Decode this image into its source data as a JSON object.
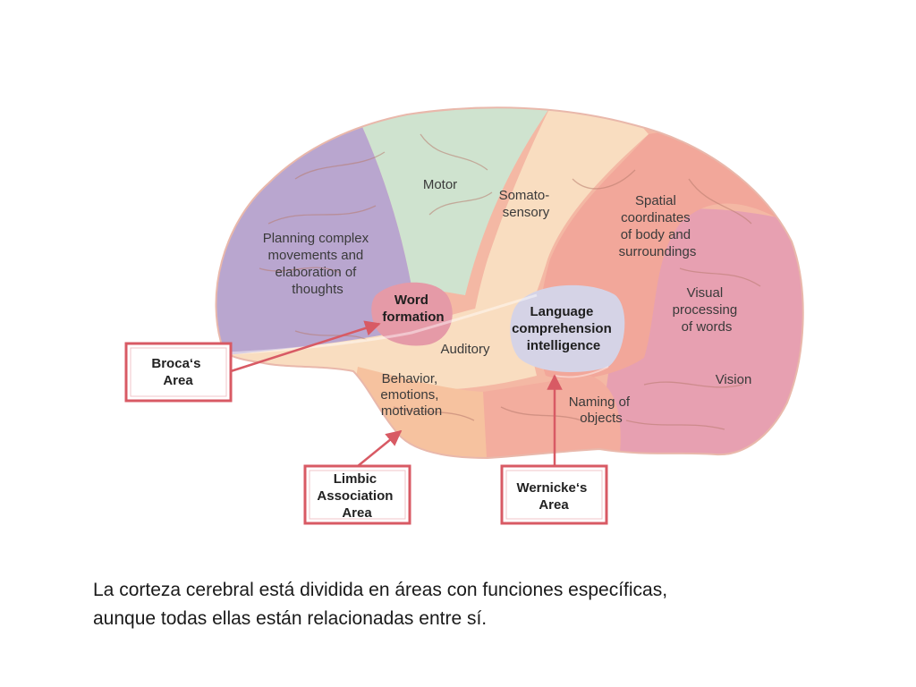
{
  "regions": {
    "motor": "Motor",
    "somatosensory": [
      "Somato-",
      "sensory"
    ],
    "planning": [
      "Planning complex",
      "movements and",
      "elaboration of",
      "thoughts"
    ],
    "word_formation": [
      "Word",
      "formation"
    ],
    "auditory": "Auditory",
    "language": [
      "Language",
      "comprehension",
      "intelligence"
    ],
    "spatial": [
      "Spatial",
      "coordinates",
      "of body and",
      "surroundings"
    ],
    "visual_words": [
      "Visual",
      "processing",
      "of words"
    ],
    "vision": "Vision",
    "behavior": [
      "Behavior,",
      "emotions,",
      "motivation"
    ],
    "naming": [
      "Naming of",
      "objects"
    ]
  },
  "callouts": {
    "broca": [
      "Broca‘s",
      "Area"
    ],
    "limbic": [
      "Limbic",
      "Association",
      "Area"
    ],
    "wernicke": [
      "Wernicke‘s",
      "Area"
    ]
  },
  "colors": {
    "planning_purple": "#b9a6cf",
    "motor_green": "#cfe3cf",
    "somato_peach": "#f9ddc0",
    "spatial_salmon": "#f2a79a",
    "vision_pink": "#e7a0b1",
    "behavior_orange": "#f6c29f",
    "language_lavender": "#d5d3e6",
    "word_pink": "#e59aa7",
    "callout_red": "#d85a64"
  },
  "caption": {
    "line1": "La corteza cerebral está dividida en áreas con funciones específicas,",
    "line2": "aunque todas ellas están relacionadas entre sí."
  }
}
